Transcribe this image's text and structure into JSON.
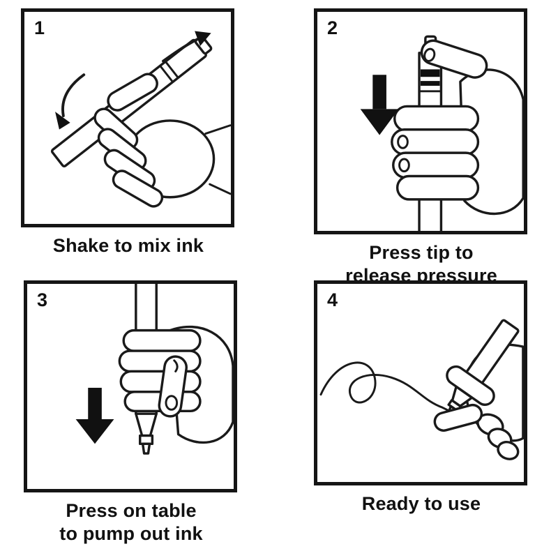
{
  "page": {
    "background": "#ffffff",
    "line_color": "#1a1a1a",
    "arrow_color": "#111111"
  },
  "panels": [
    {
      "number": "1",
      "caption_line1": "Shake to mix ink",
      "caption_line2": ""
    },
    {
      "number": "2",
      "caption_line1": "Press tip to",
      "caption_line2": "release pressure"
    },
    {
      "number": "3",
      "caption_line1": "Press on table",
      "caption_line2": "to pump out ink"
    },
    {
      "number": "4",
      "caption_line1": "Ready to use",
      "caption_line2": ""
    }
  ],
  "icons": {
    "down_arrow": "solid black downward arrow",
    "shake_arrows": "curved motion arrows"
  }
}
